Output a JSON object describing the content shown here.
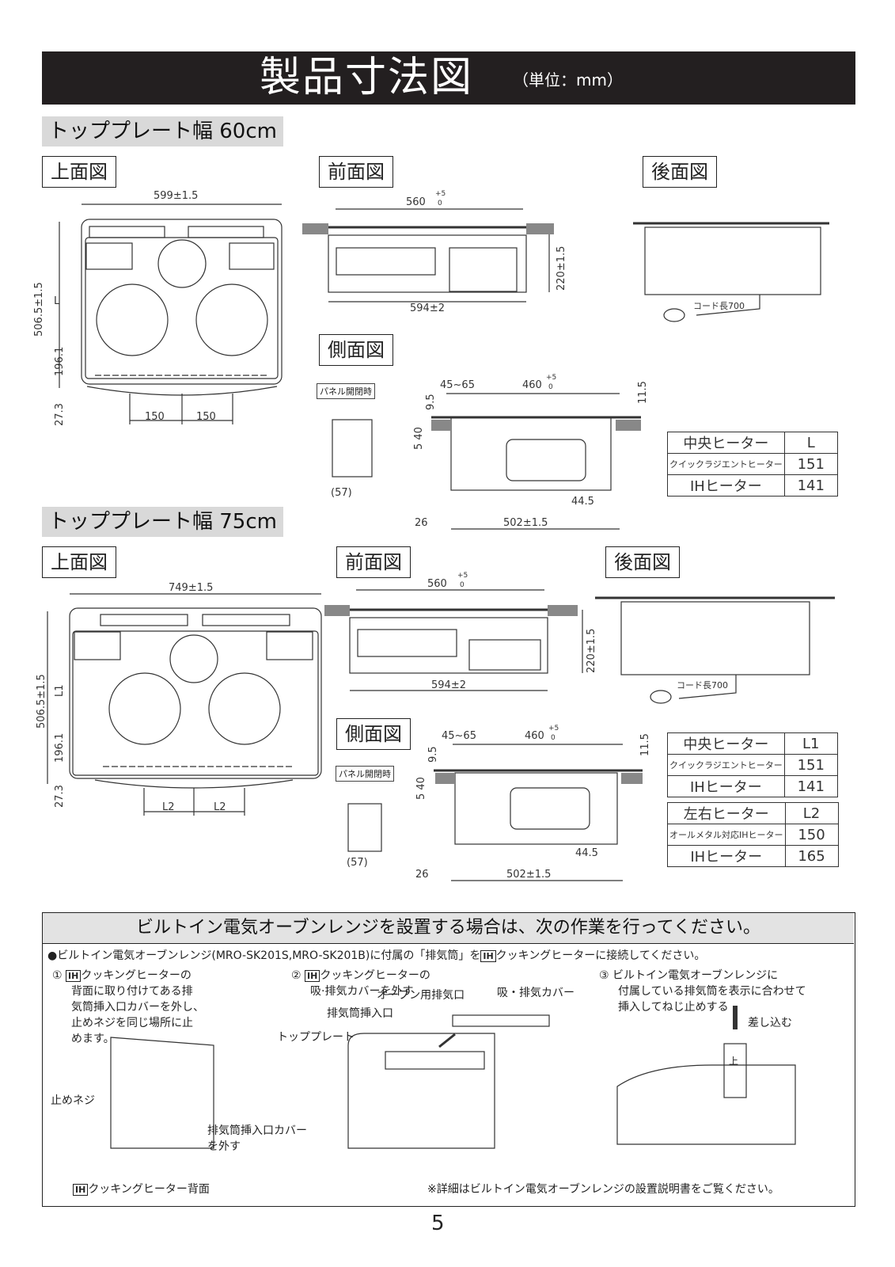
{
  "header": {
    "title": "製品寸法図",
    "unit": "（単位：mm）"
  },
  "section60": {
    "label": "トッププレート幅 60cm",
    "top_view": "上面図",
    "front_view": "前面図",
    "rear_view": "後面図",
    "side_view": "側面図",
    "dims": {
      "top_width": "599±1.5",
      "depth": "506.5±1.5",
      "l": "L",
      "d196": "196.1",
      "d27": "27.3",
      "w150a": "150",
      "w150b": "150",
      "front_560": "560",
      "tol_plus": "+5",
      "tol_zero": "0",
      "front_220": "220±1.5",
      "front_594": "594±2",
      "cord": "コード長700",
      "panel": "パネル開閉時",
      "p57": "(57)",
      "s45": "45~65",
      "s460": "460",
      "s115": "11.5",
      "s95": "9.5",
      "s540": "5 40",
      "s445": "44.5",
      "s26": "26",
      "s502": "502±1.5"
    },
    "table": [
      [
        "中央ヒーター",
        "L"
      ],
      [
        "クイックラジエントヒーター",
        "151"
      ],
      [
        "IHヒーター",
        "141"
      ]
    ]
  },
  "section75": {
    "label": "トッププレート幅 75cm",
    "top_view": "上面図",
    "front_view": "前面図",
    "rear_view": "後面図",
    "side_view": "側面図",
    "dims": {
      "top_width": "749±1.5",
      "depth": "506.5±1.5",
      "l1": "L1",
      "d196": "196.1",
      "d27": "27.3",
      "l2a": "L2",
      "l2b": "L2",
      "front_560": "560",
      "tol_plus": "+5",
      "tol_zero": "0",
      "front_220": "220±1.5",
      "front_594": "594±2",
      "cord": "コード長700",
      "panel": "パネル開閉時",
      "p57": "(57)",
      "s45": "45~65",
      "s460": "460",
      "s115": "11.5",
      "s95": "9.5",
      "s540": "5 40",
      "s445": "44.5",
      "s26": "26",
      "s502": "502±1.5"
    },
    "table1": [
      [
        "中央ヒーター",
        "L1"
      ],
      [
        "クイックラジエントヒーター",
        "151"
      ],
      [
        "IHヒーター",
        "141"
      ]
    ],
    "table2": [
      [
        "左右ヒーター",
        "L2"
      ],
      [
        "オールメタル対応IHヒーター",
        "150"
      ],
      [
        "IHヒーター",
        "165"
      ]
    ]
  },
  "install": {
    "title": "ビルトイン電気オーブンレンジを設置する場合は、次の作業を行ってください。",
    "intro_pre": "●ビルトイン電気オーブンレンジ(MRO-SK201S,MRO-SK201B)に付属の「排気筒」を",
    "ih": "IH",
    "intro_post": "クッキングヒーターに接続してください。",
    "step1_num": "①",
    "step1_a": "クッキングヒーターの",
    "step1_b": "背面に取り付けてある排",
    "step1_c": "気筒挿入口カバーを外し、",
    "step1_d": "止めネジを同じ場所に止",
    "step1_e": "めます。",
    "step2_num": "②",
    "step2_a": "クッキングヒーターの",
    "step2_b": "吸·排気カバーを外す",
    "step3_a": "③ ビルトイン電気オーブンレンジに",
    "step3_b": "付属している排気筒を表示に合わせて",
    "step3_c": "挿入してねじ止めする",
    "lbl_screw": "止めネジ",
    "lbl_cover_a": "排気筒挿入口カバー",
    "lbl_cover_b": "を外す",
    "lbl_back": "クッキングヒーター背面",
    "lbl_oven_vent": "オーブン用排気口",
    "lbl_intake": "吸・排気カバー",
    "lbl_insert_port": "排気筒挿入口",
    "lbl_topplate": "トッププレート",
    "lbl_push": "差し込む",
    "lbl_up": "上",
    "footnote": "※詳細はビルトイン電気オーブンレンジの設置説明書をご覧ください。"
  },
  "page_number": "5"
}
